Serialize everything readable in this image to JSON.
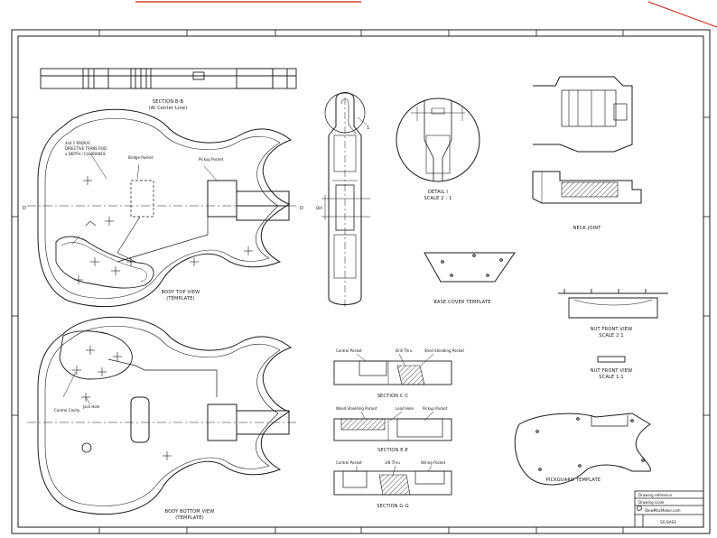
{
  "colors": {
    "line": "#1a1a1a",
    "accent_red": "#d04030",
    "paper": "#ffffff"
  },
  "views": {
    "section_bb_title": "SECTION B-B",
    "section_bb_sub": "(At Center Line)",
    "body_top_title": "BODY TOP VIEW",
    "body_top_sub": "(TEMPLATE)",
    "body_bottom_title": "BODY BOTTOM VIEW",
    "body_bottom_sub": "(TEMPLATE)",
    "detail_title": "DETAIL I",
    "detail_scale": "SCALE 2 : 1",
    "neck_joint_title": "NECK JOINT",
    "base_cover_title": "BASE COVER TEMPLATE",
    "nut_front_title": "NUT FRONT VIEW",
    "nut_front_scale": "SCALE 2:1",
    "nut_front_title2": "NUT FRONT VIEW",
    "nut_front_scale2": "SCALE 1:1",
    "pickguard_title": "PICKGUARD TEMPLATE",
    "section_cc_title": "SECTION C-C",
    "section_ee_title": "SECTION E-E",
    "section_gg_title": "SECTION G-G"
  },
  "callouts": {
    "top_left_1": "4x4 1 RADIUS",
    "top_left_2": "DIRECTIVE TRANS ROD",
    "top_left_3": "x DEPTH / CLEARANCE",
    "bridge_pocket": "Bridge Pocket",
    "pickup_pocket": "Pickup Pocket",
    "bottom_left_1": "Control Cavity",
    "bottom_left_2": "Jack Hole",
    "cc_left": "Control Pocket",
    "cc_mid": "Drill Thru",
    "cc_right": "Shell Shielding Pocket",
    "ee_left": "Wood Shielding Pocket",
    "ee_mid": "Lead Hole",
    "ee_right": "Pickup Pocket",
    "gg_left": "Control Pocket",
    "gg_mid": "3/8 Thru",
    "gg_right": "Wiring Pocket",
    "dim_a": "DIA",
    "marker_d": "D",
    "marker_1": "1"
  },
  "title_block": {
    "line1": "Drawing reference",
    "line2": "Drawing scale",
    "website": "StewMacMaker.com",
    "sheet": "SG BASS"
  }
}
